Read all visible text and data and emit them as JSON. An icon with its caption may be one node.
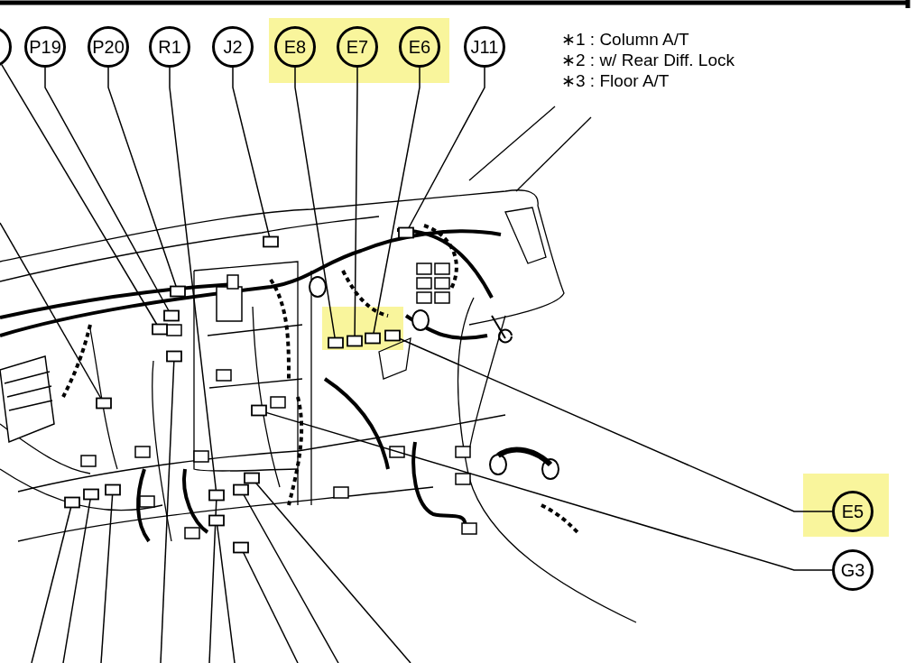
{
  "diagram": {
    "nodes": [
      {
        "text": [],
        "shape": "circle"
      },
      {
        "text": [
          "P19"
        ]
      },
      {
        "text": [
          "P20"
        ]
      },
      {
        "text": [
          "R1"
        ]
      },
      {
        "text": [
          "J2"
        ]
      },
      {
        "text": [
          "E8"
        ]
      },
      {
        "text": [
          "E7"
        ]
      },
      {
        "text": [
          "E6"
        ]
      },
      {
        "text": [
          "J11"
        ]
      },
      {
        "text": [
          "E5"
        ]
      },
      {
        "text": [
          "G3"
        ]
      },
      {
        "text": [],
        "shape": "box"
      },
      {
        "text": [],
        "shape": "box"
      },
      {
        "text": [],
        "shape": "box"
      },
      {
        "text": [],
        "shape": "box"
      },
      {
        "text": [],
        "shape": "box"
      },
      {
        "text": [],
        "shape": "box"
      },
      {
        "text": [],
        "shape": "box"
      },
      {
        "text": [],
        "shape": "box"
      },
      {
        "text": [],
        "shape": "box"
      },
      {
        "text": [],
        "shape": "box"
      },
      {
        "text": [],
        "shape": "box"
      },
      {
        "text": [],
        "shape": "box"
      },
      {
        "text": [],
        "shape": "box"
      },
      {
        "text": [],
        "shape": "box"
      },
      {
        "text": [],
        "shape": "box"
      },
      {
        "text": [],
        "shape": "box"
      },
      {
        "text": [],
        "shape": "box"
      },
      {
        "text": [],
        "shape": "box"
      },
      {
        "text": [],
        "shape": "box"
      },
      {
        "text": [],
        "shape": "box"
      }
    ],
    "edges": [
      {
        "from": 0,
        "to": 15,
        "arrow": "none"
      },
      {
        "from": 1,
        "to": 16,
        "arrow": "none"
      },
      {
        "from": 2,
        "to": 18,
        "arrow": "none"
      },
      {
        "from": 3,
        "to": 19,
        "arrow": "none"
      },
      {
        "from": 4,
        "to": 25,
        "arrow": "none"
      },
      {
        "from": 5,
        "to": 26,
        "arrow": "none"
      },
      {
        "from": 6,
        "to": 27,
        "arrow": "none"
      },
      {
        "from": 7,
        "to": 28,
        "arrow": "none"
      },
      {
        "from": 8,
        "to": 30,
        "arrow": "none"
      },
      {
        "from": 9,
        "to": 29,
        "arrow": "none"
      },
      {
        "from": 10,
        "to": 24,
        "arrow": "none"
      },
      {
        "from": null,
        "to": 13,
        "arrow": "none"
      },
      {
        "from": null,
        "to": 11,
        "arrow": "none"
      },
      {
        "from": null,
        "to": 12,
        "arrow": "none"
      },
      {
        "from": null,
        "to": 14,
        "arrow": "none"
      },
      {
        "from": null,
        "to": 17,
        "arrow": "none"
      },
      {
        "from": null,
        "to": 19,
        "arrow": "none"
      },
      {
        "from": null,
        "to": 20,
        "arrow": "none"
      },
      {
        "from": null,
        "to": 21,
        "arrow": "none"
      },
      {
        "from": null,
        "to": 22,
        "arrow": "none"
      },
      {
        "from": null,
        "to": 23,
        "arrow": "none"
      }
    ],
    "labels": [
      "∗1 : Column A/T",
      "∗2 : w/ Rear Diff. Lock",
      "∗3 : Floor A/T"
    ]
  }
}
